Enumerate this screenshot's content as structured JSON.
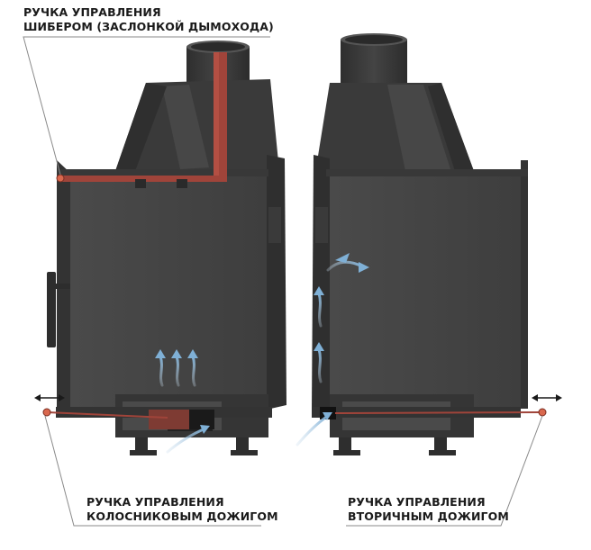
{
  "labels": {
    "damper": {
      "line1": "РУЧКА УПРАВЛЕНИЯ",
      "line2": "ШИБЕРОМ (ЗАСЛОНКОЙ ДЫМОХОДА)"
    },
    "grate": {
      "line1": "РУЧКА УПРАВЛЕНИЯ",
      "line2": "КОЛОСНИКОВЫМ ДОЖИГОМ"
    },
    "secondary": {
      "line1": "РУЧКА УПРАВЛЕНИЯ",
      "line2": "ВТОРИЧНЫМ ДОЖИГОМ"
    }
  },
  "colors": {
    "body_dark": "#3f3f3f",
    "body_mid": "#4c4c4c",
    "body_light": "#5a5a5a",
    "control_rod": "#a0443a",
    "control_dark": "#6e2a24",
    "air_flow": "#8fb8d8",
    "leader_line": "#8a8a8a",
    "ink": "#1a1a1a"
  },
  "icons": [
    "double-arrow-icon",
    "air-flow-arrow-icon",
    "control-knob-icon"
  ]
}
